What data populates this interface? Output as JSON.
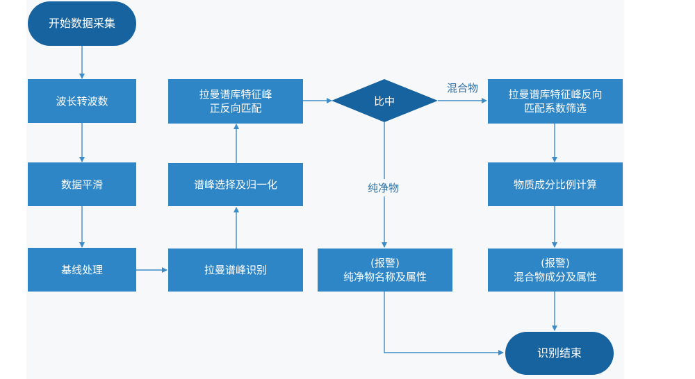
{
  "nodes": {
    "start": "开始数据采集",
    "wave": "波长转波数",
    "smooth": "数据平滑",
    "baseline": "基线处理",
    "peak_id": "拉曼谱峰识别",
    "peak_select": "谱峰选择及归一化",
    "match": "拉曼谱库特征峰\n正反向匹配",
    "compare": "比中",
    "pure_result": "(报警)\n纯净物名称及属性",
    "mix_match": "拉曼谱库特征峰反向\n匹配系数筛选",
    "ratio": "物质成分比例计算",
    "mix_result": "(报警)\n混合物成分及属性",
    "end": "识别结束"
  },
  "edges": {
    "mixture": "混合物",
    "pure": "纯净物"
  },
  "colors": {
    "box": "#2f86c7",
    "terminal": "#17639f",
    "line": "#3d8cc8",
    "label": "#2f6fa3"
  }
}
